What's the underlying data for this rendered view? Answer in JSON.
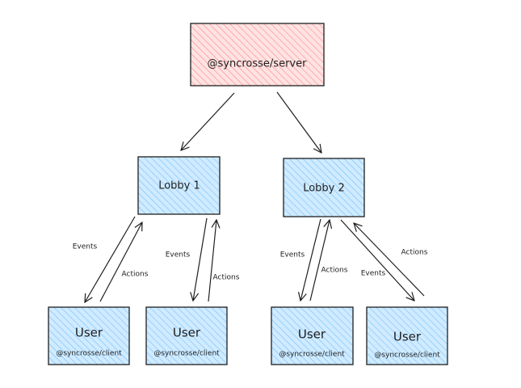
{
  "colors": {
    "server_fill": "#ffc9c9",
    "server_stroke": "#e03131",
    "node_fill": "#a5d8ff",
    "node_stroke": "#1e1e1e",
    "line": "#1e1e1e"
  },
  "nodes": {
    "server": {
      "label": "@syncrosse/server"
    },
    "lobby1": {
      "label": "Lobby 1"
    },
    "lobby2": {
      "label": "Lobby 2"
    },
    "user1": {
      "title": "User",
      "subtitle": "@syncrosse/client"
    },
    "user2": {
      "title": "User",
      "subtitle": "@syncrosse/client"
    },
    "user3": {
      "title": "User",
      "subtitle": "@syncrosse/client"
    },
    "user4": {
      "title": "User",
      "subtitle": "@syncrosse/client"
    }
  },
  "edge_labels": {
    "events": "Events",
    "actions": "Actions"
  }
}
